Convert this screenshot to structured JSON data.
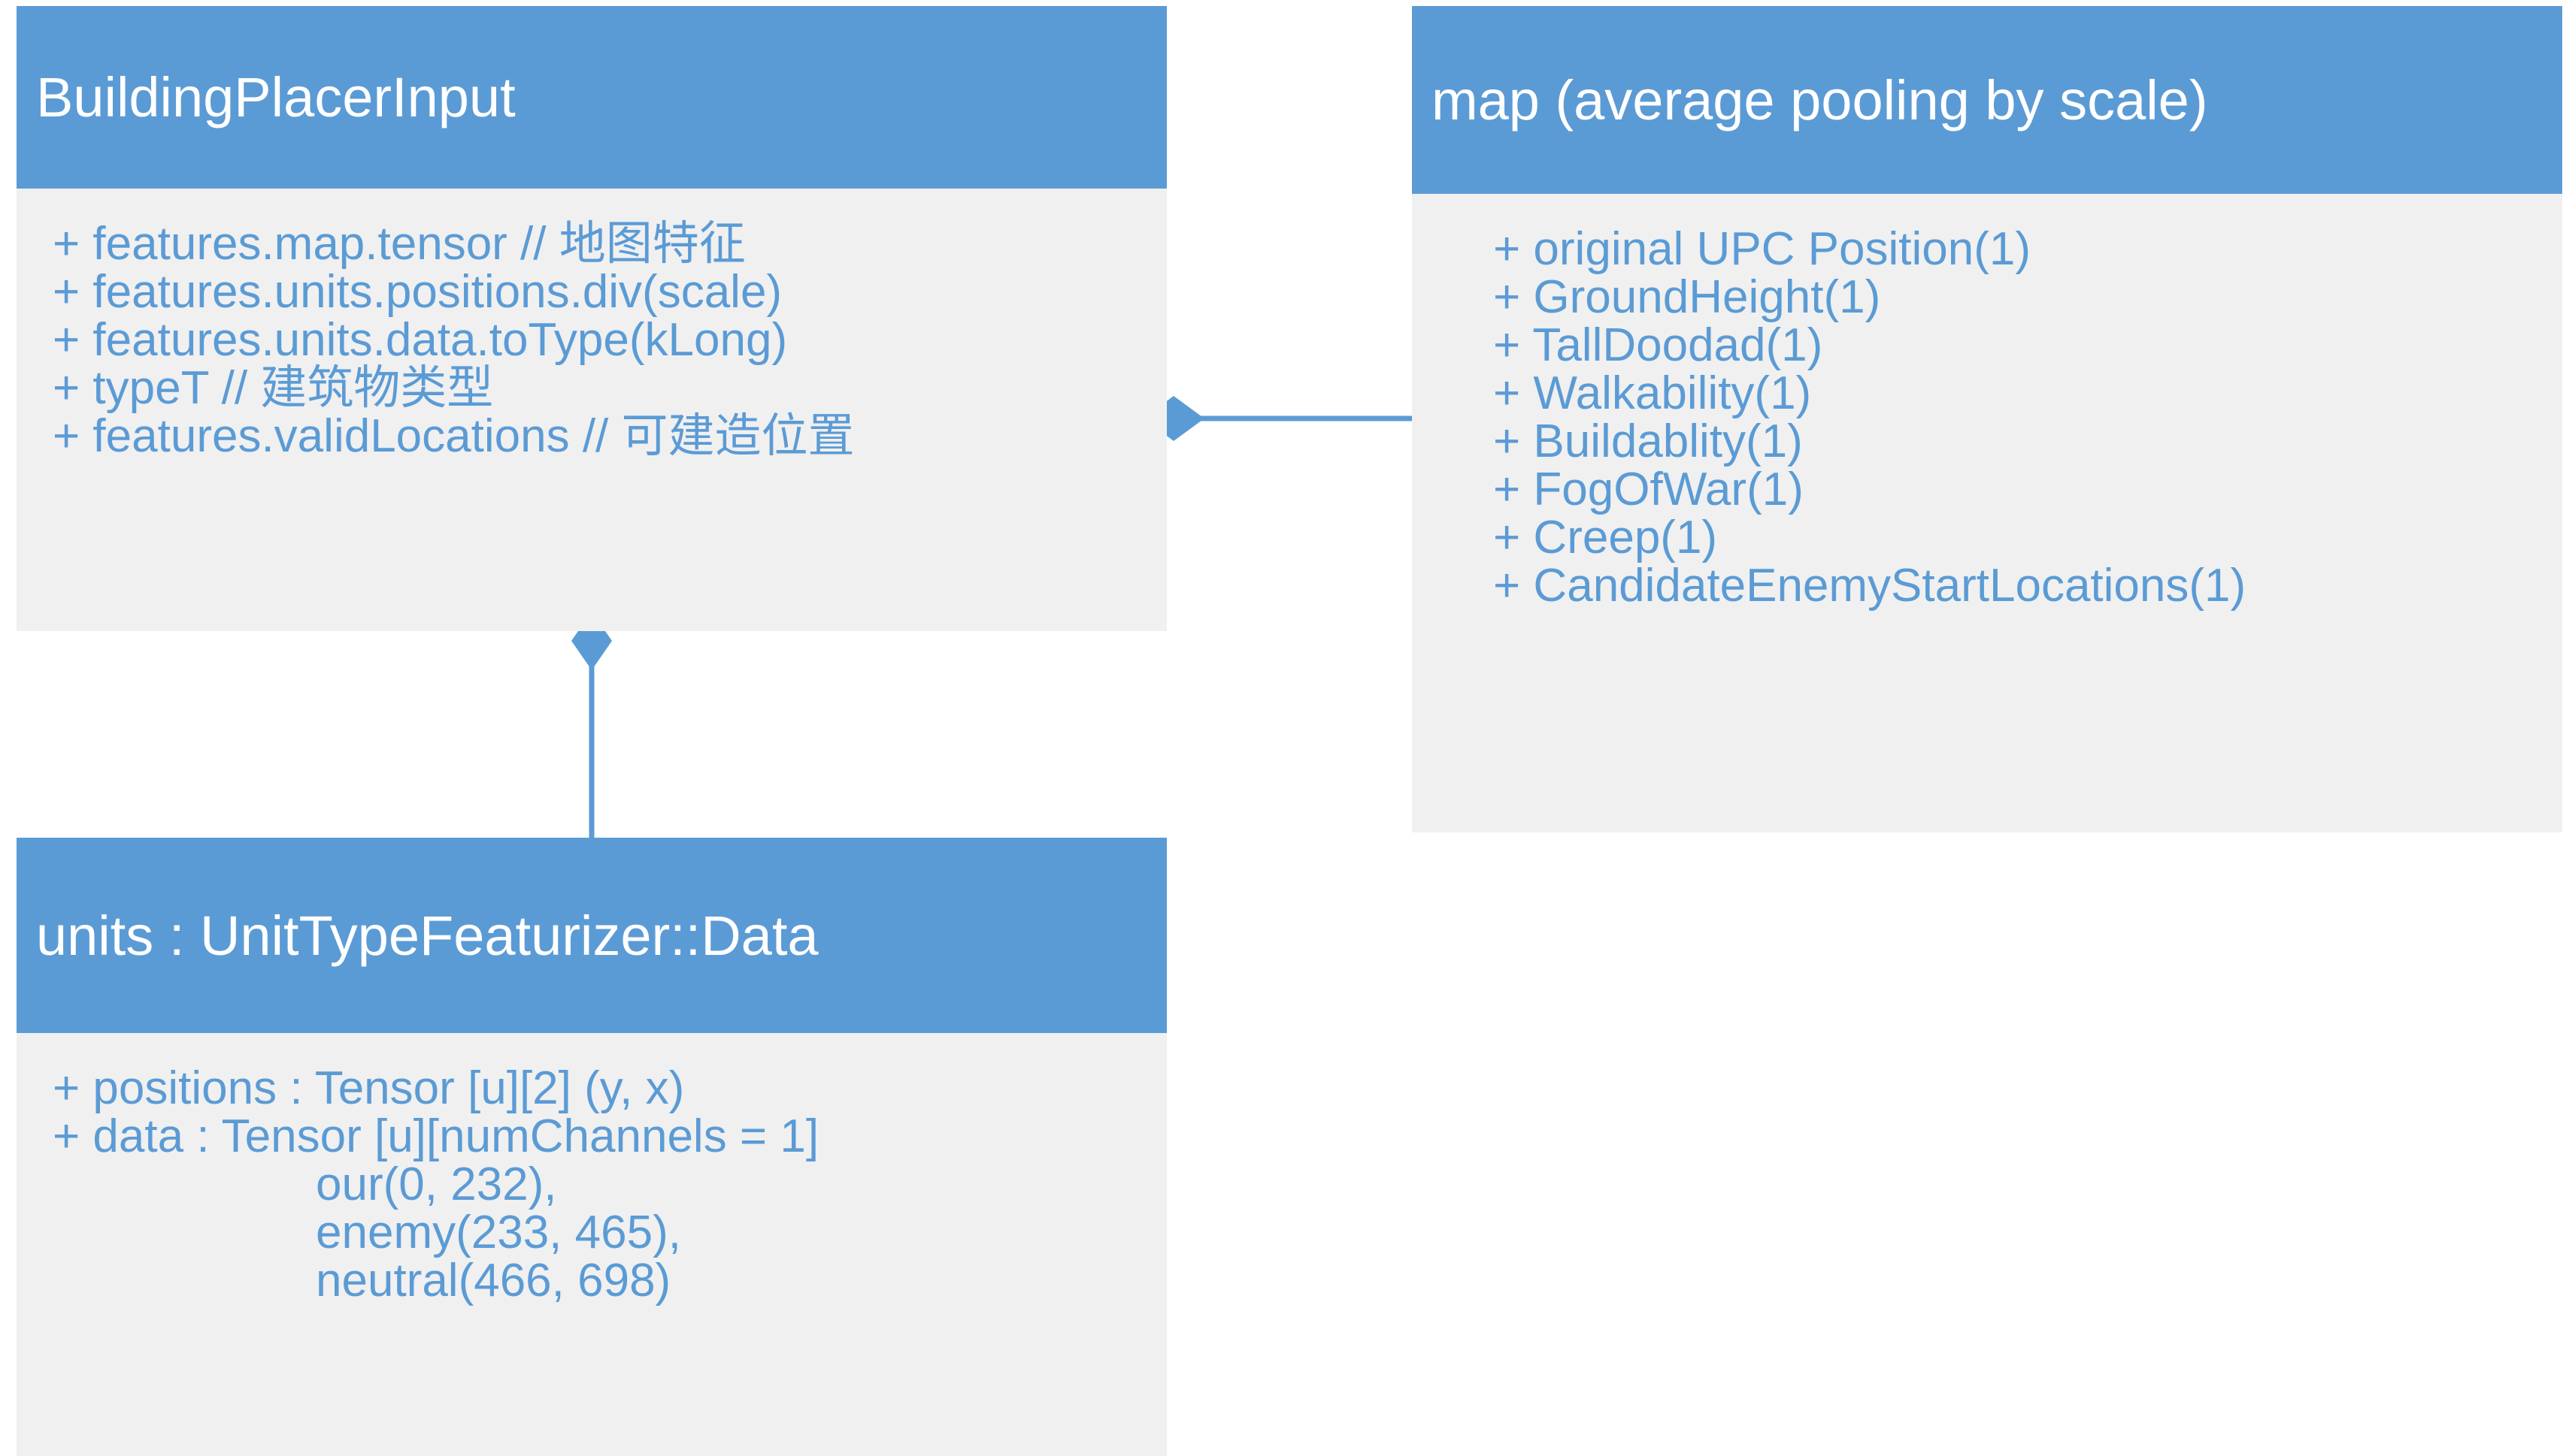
{
  "diagram": {
    "type": "uml-class-diagram",
    "background_color": "#FFFFFF",
    "header_color": "#5B9BD5",
    "body_color": "#F0F0F0",
    "text_color": "#5B9BD5",
    "header_text_color": "#FFFFFF",
    "connector_color": "#5B9BD5"
  },
  "boxes": {
    "building_placer_input": {
      "title": "BuildingPlacerInput",
      "attributes": [
        "+ features.map.tensor // 地图特征",
        "+ features.units.positions.div(scale)",
        "+ features.units.data.toType(kLong)",
        "+ typeT // 建筑物类型",
        "+ features.validLocations // 可建造位置"
      ]
    },
    "map": {
      "title": "map (average pooling by scale)",
      "attributes": [
        "+ original UPC Position(1)",
        "+ GroundHeight(1)",
        "+ TallDoodad(1)",
        "+ Walkability(1)",
        "+ Buildablity(1)",
        "+ FogOfWar(1)",
        "+ Creep(1)",
        "+ CandidateEnemyStartLocations(1)"
      ]
    },
    "units": {
      "title": "units : UnitTypeFeaturizer::Data",
      "attributes": [
        "+ positions : Tensor [u][2] (y, x)",
        "+ data : Tensor [u][numChannels = 1]"
      ],
      "indented_attributes": [
        "our(0, 232),",
        "enemy(233, 465),",
        "neutral(466, 698)"
      ]
    }
  },
  "connectors": [
    {
      "name": "map-to-building-placer-input",
      "relationship": "aggregation",
      "from": "map",
      "to": "building_placer_input",
      "orientation": "horizontal"
    },
    {
      "name": "units-to-building-placer-input",
      "relationship": "aggregation",
      "from": "units",
      "to": "building_placer_input",
      "orientation": "vertical"
    }
  ]
}
